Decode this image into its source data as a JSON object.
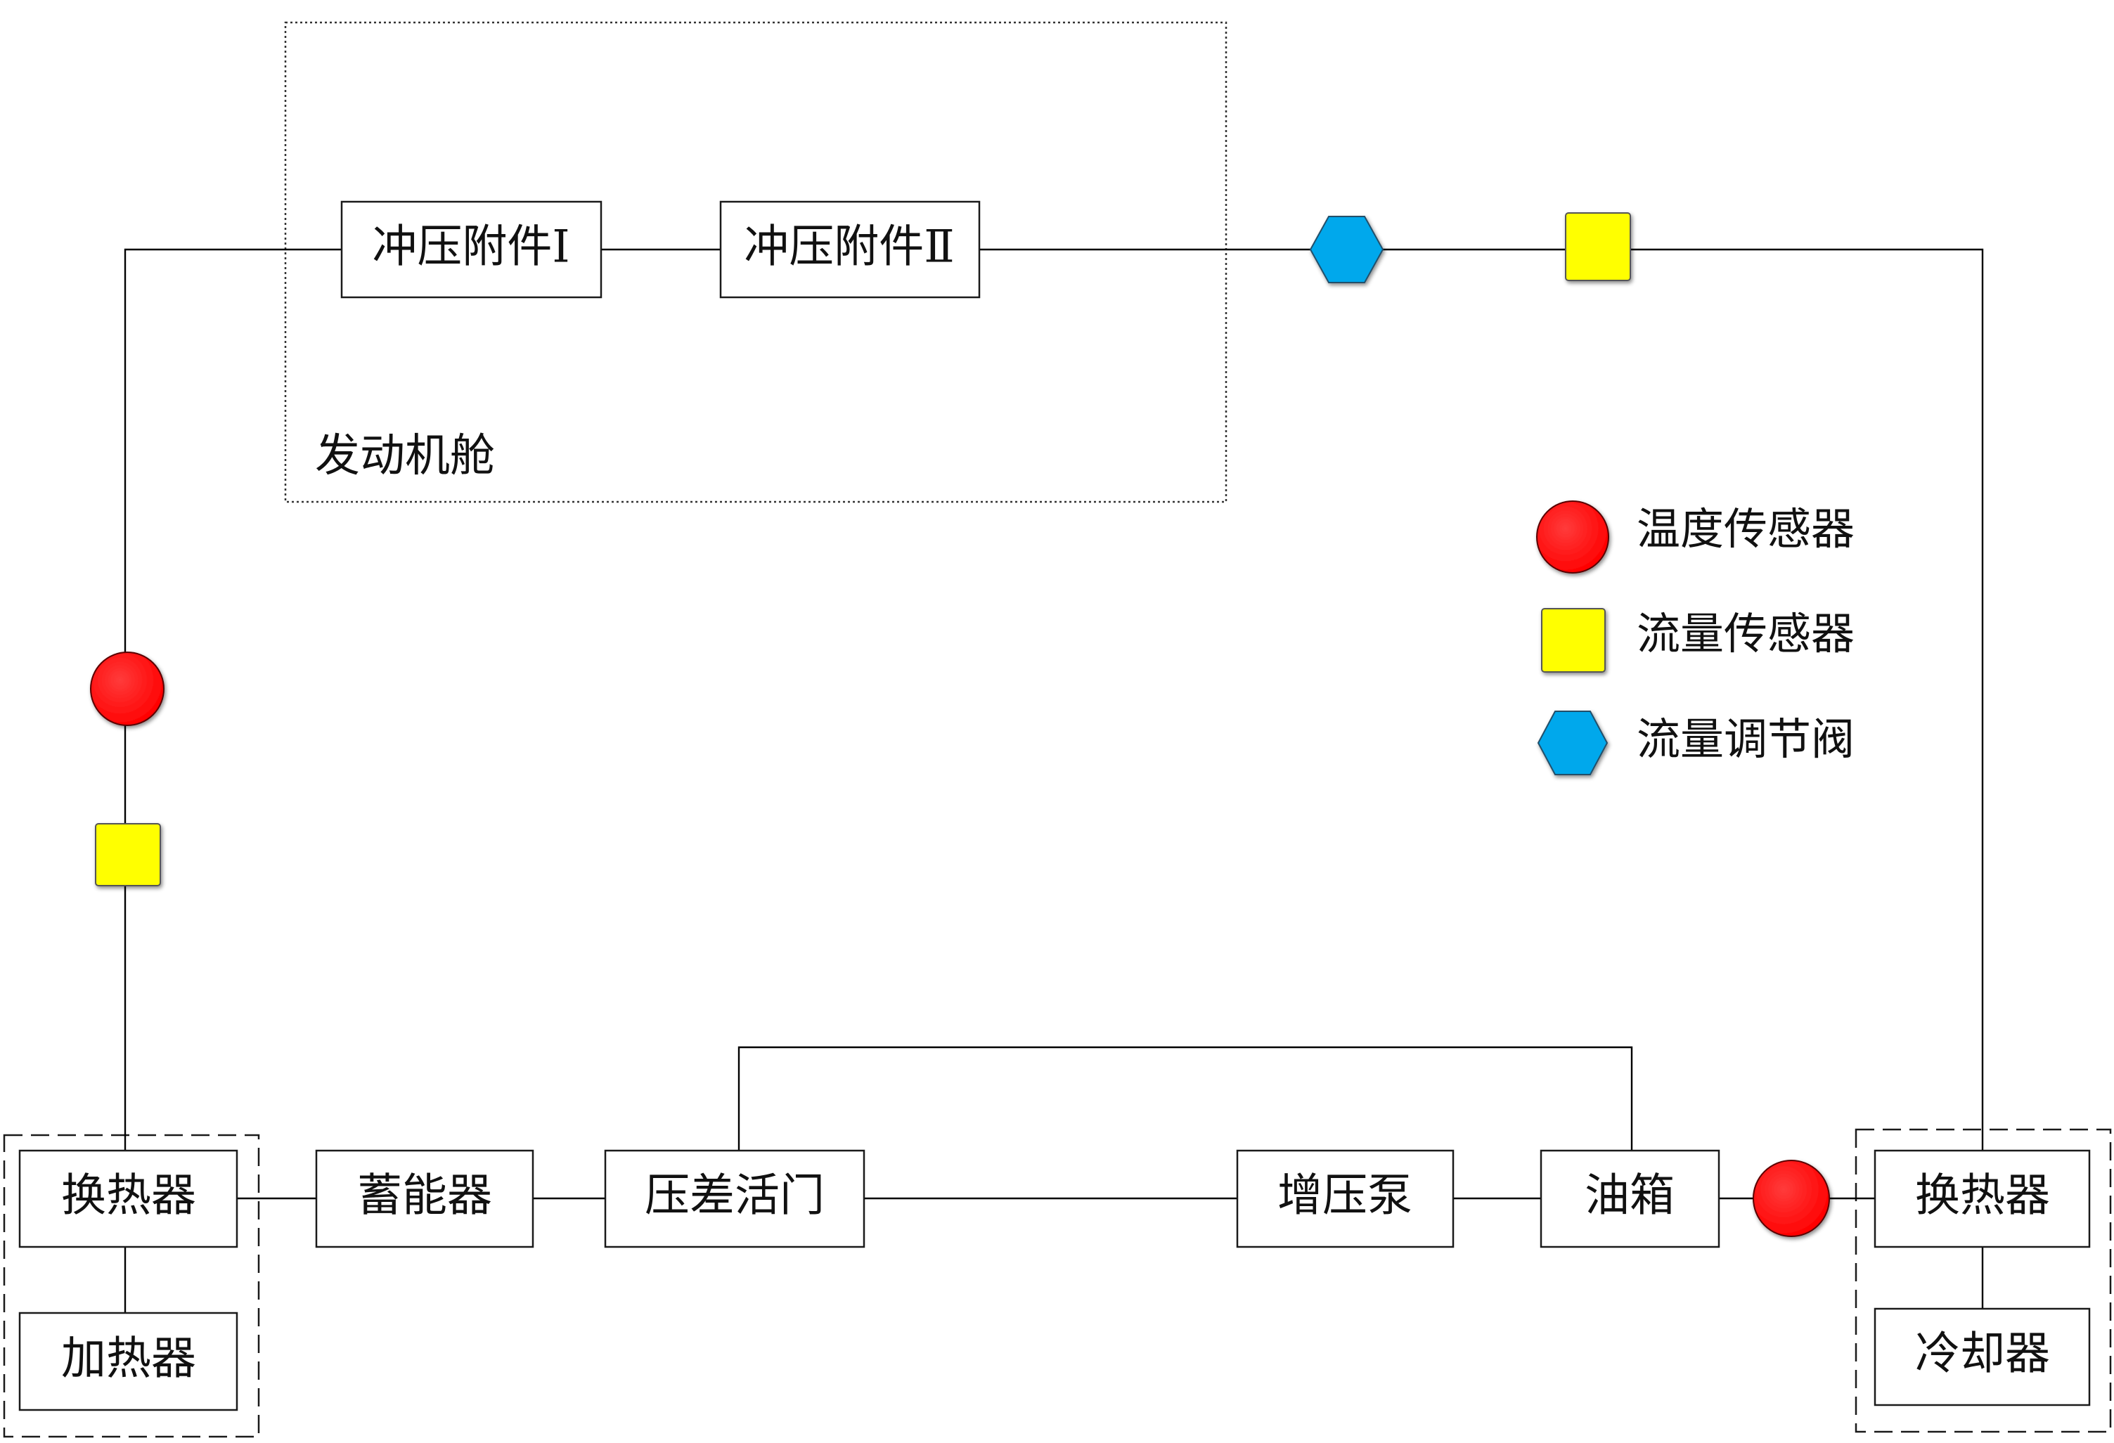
{
  "colors": {
    "temperature_sensor": "#ff0000",
    "flow_sensor": "#ffff00",
    "flow_valve": "#00a8ec"
  },
  "enclosures": {
    "engine_bay": "发动机舱"
  },
  "components": {
    "ram_accessory_1": "冲压附件Ⅰ",
    "ram_accessory_2": "冲压附件Ⅱ",
    "heat_exchanger_left": "换热器",
    "heater": "加热器",
    "accumulator": "蓄能器",
    "diff_pressure_valve": "压差活门",
    "booster_pump": "增压泵",
    "oil_tank": "油箱",
    "heat_exchanger_right": "换热器",
    "cooler": "冷却器"
  },
  "legend": [
    {
      "symbol": "circle",
      "label": "温度传感器"
    },
    {
      "symbol": "square",
      "label": "流量传感器"
    },
    {
      "symbol": "hexagon",
      "label": "流量调节阀"
    }
  ]
}
